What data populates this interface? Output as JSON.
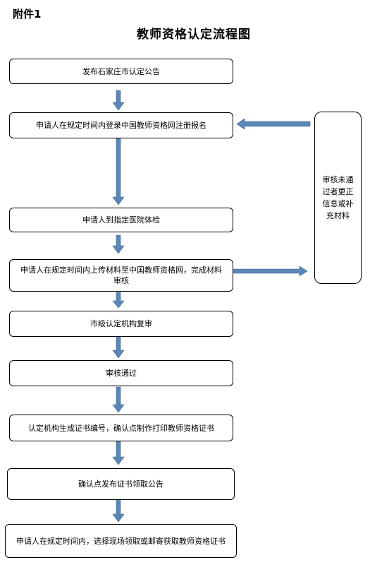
{
  "header": {
    "attachment": "附件1",
    "title": "教师资格认定流程图"
  },
  "steps": [
    "发布石家庄市认定公告",
    "申请人在规定时间内登录中国教师资格网注册报名",
    "申请人到指定医院体检",
    "申请人在规定时间内上传材料至中国教师资格网，完成材料审核",
    "市级认定机构复审",
    "审核通过",
    "认定机构生成证书编号，确认点制作打印教师资格证书",
    "确认点发布证书领取公告",
    "申请人在规定时间内，选择现场领取或邮寄获取教师资格证书"
  ],
  "side_box": "审核未通过者更正信息或补充材料",
  "colors": {
    "arrow": "#5b87b8",
    "border": "#000000"
  }
}
